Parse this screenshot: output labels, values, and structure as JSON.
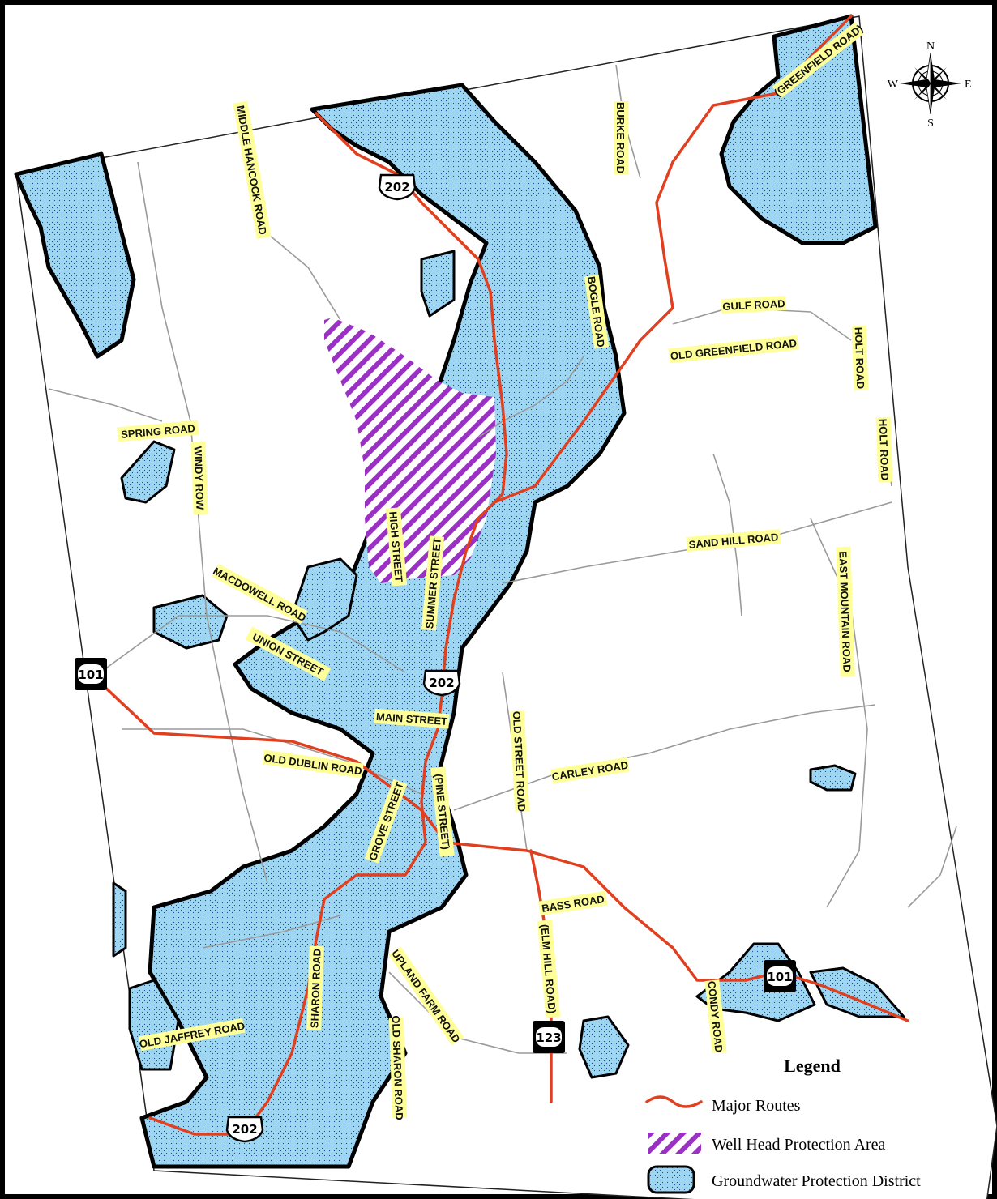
{
  "compass": {
    "n": "N",
    "s": "S",
    "e": "E",
    "w": "W"
  },
  "legend": {
    "title": "Legend",
    "major_routes": "Major Routes",
    "well_head": "Well Head Protection Area",
    "groundwater": "Groundwater Protection District",
    "colors": {
      "route": "#e0401f",
      "groundwater": "#9fd6f0",
      "well_head": "#9b30c4"
    }
  },
  "shields": {
    "us202_north": "202",
    "us202_center": "202",
    "us202_south": "202",
    "nh101_west": "101",
    "nh101_east": "101",
    "nh123": "123"
  },
  "roads": {
    "greenfield_road": "(GREENFIELD ROAD)",
    "burke_road": "BURKE ROAD",
    "middle_hancock_road": "MIDDLE HANCOCK ROAD",
    "bogle_road": "BOGLE ROAD",
    "gulf_road": "GULF ROAD",
    "holt_road_1": "HOLT ROAD",
    "old_greenfield_road": "OLD GREENFIELD ROAD",
    "holt_road_2": "HOLT ROAD",
    "spring_road": "SPRING ROAD",
    "windy_row": "WINDY ROW",
    "high_street": "HIGH STREET",
    "summer_street": "SUMMER STREET",
    "sand_hill_road": "SAND HILL ROAD",
    "east_mountain_road": "EAST MOUNTAIN ROAD",
    "macdowell_road": "MACDOWELL ROAD",
    "union_street": "UNION STREET",
    "main_street": "MAIN STREET",
    "old_street_road": "OLD STREET ROAD",
    "old_dublin_road": "OLD DUBLIN ROAD",
    "carley_road": "CARLEY ROAD",
    "grove_street": "GROVE STREET",
    "pine_street": "(PINE STREET)",
    "bass_road": "BASS ROAD",
    "elm_hill_road": "(ELM HILL ROAD)",
    "condy_road": "CONDY ROAD",
    "sharon_road": "SHARON ROAD",
    "upland_farm_road": "UPLAND FARM ROAD",
    "old_jaffrey_road": "OLD JAFFREY ROAD",
    "old_sharon_road": "OLD SHARON ROAD"
  }
}
